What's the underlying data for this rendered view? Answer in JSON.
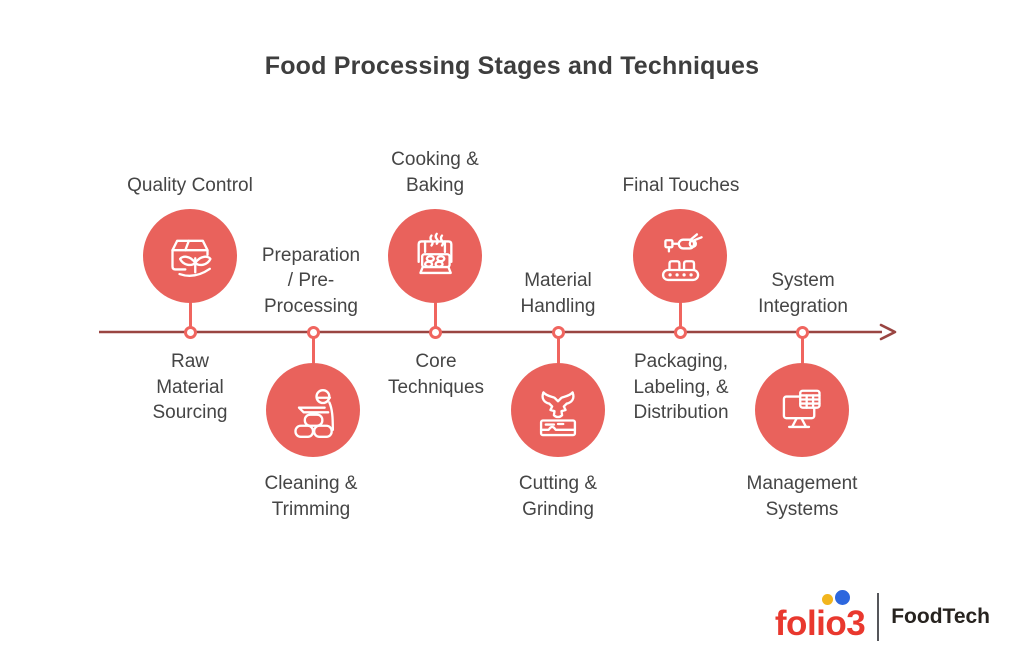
{
  "title": "Food Processing Stages and Techniques",
  "timeline": {
    "direction": "left-to-right-arrow",
    "stages": [
      {
        "slug": "raw-material-sourcing",
        "circle": "above",
        "icon": "package-sprout-icon",
        "above_label": "Quality Control",
        "below_label": "Raw\nMaterial\nSourcing"
      },
      {
        "slug": "cleaning-trimming",
        "circle": "below",
        "icon": "worker-sorting-icon",
        "above_label": "Preparation\n/ Pre-\nProcessing",
        "below_label": "Cleaning &\nTrimming"
      },
      {
        "slug": "core-techniques",
        "circle": "above",
        "icon": "oven-baking-icon",
        "above_label": "Cooking &\nBaking",
        "below_label": "Core\nTechniques"
      },
      {
        "slug": "cutting-grinding",
        "circle": "below",
        "icon": "bull-meat-icon",
        "above_label": "Material\nHandling",
        "below_label": "Cutting &\nGrinding"
      },
      {
        "slug": "final-touches",
        "circle": "above",
        "icon": "conveyor-robot-icon",
        "above_label": "Final Touches",
        "below_label": "Packaging,\nLabeling, &\nDistribution"
      },
      {
        "slug": "management-systems",
        "circle": "below",
        "icon": "monitor-spreadsheet-icon",
        "above_label": "System\nIntegration",
        "below_label": "Management\nSystems"
      }
    ]
  },
  "logo": {
    "brand": "folio3",
    "division": "FoodTech"
  },
  "colors": {
    "circle_fill": "#E9625C",
    "timeline_line": "#9A4542",
    "connector": "#F0655F",
    "text": "#454545",
    "title": "#3E3E3E",
    "logo_red": "#E9382E",
    "logo_yellow": "#F2B51D",
    "logo_blue": "#2D67DE"
  }
}
